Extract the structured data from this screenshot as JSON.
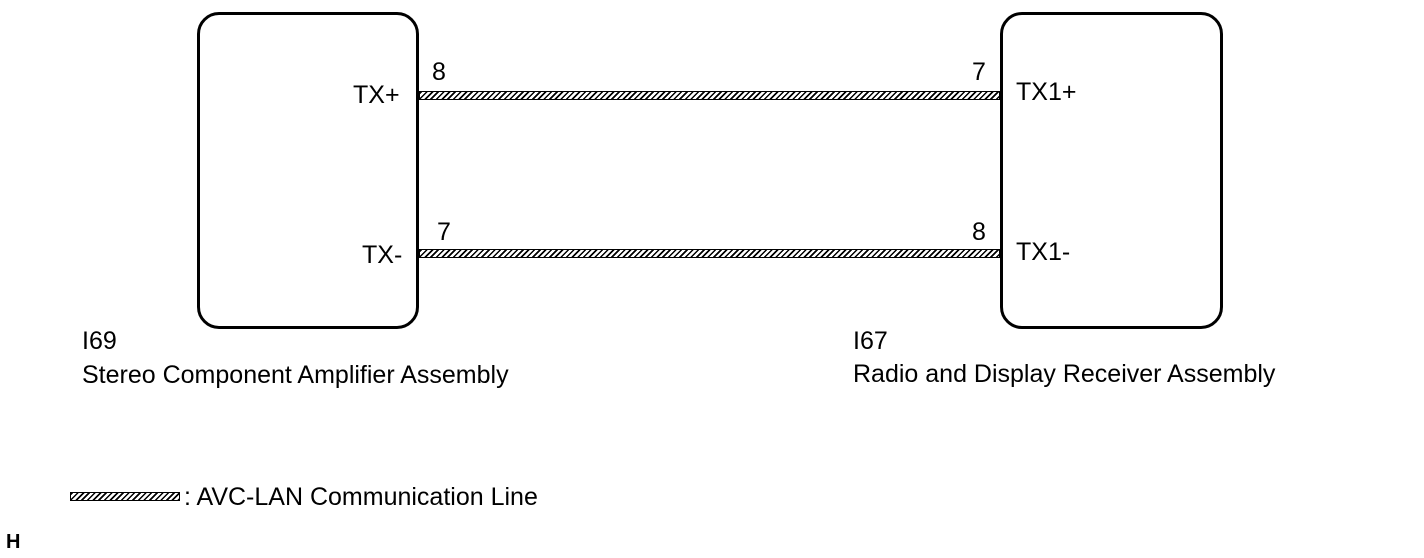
{
  "components": {
    "left": {
      "id": "I69",
      "name": "Stereo Component Amplifier Assembly",
      "terminals": [
        {
          "label": "TX+",
          "pin": "8"
        },
        {
          "label": "TX-",
          "pin": "7"
        }
      ]
    },
    "right": {
      "id": "I67",
      "name": "Radio and Display Receiver Assembly",
      "terminals": [
        {
          "label": "TX1+",
          "pin": "7"
        },
        {
          "label": "TX1-",
          "pin": "8"
        }
      ]
    }
  },
  "legend": {
    "text": ": AVC-LAN Communication Line"
  },
  "corner_mark": "H"
}
